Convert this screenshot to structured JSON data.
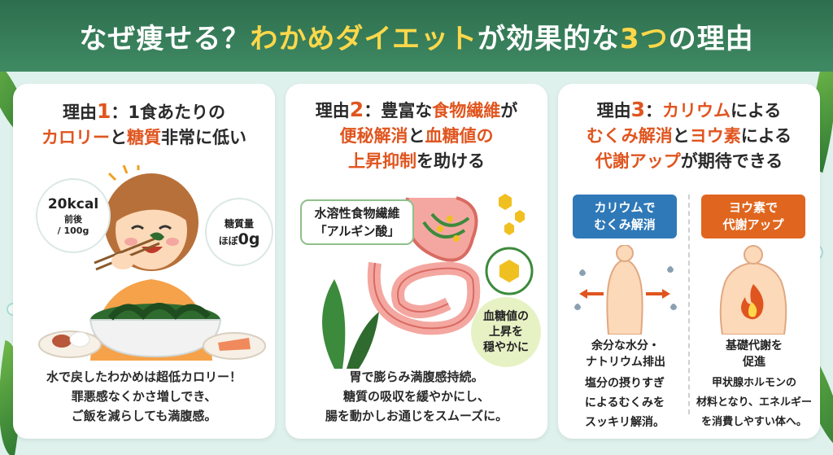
{
  "header": {
    "title_part1": "なぜ痩せる？",
    "title_part2": "わかめダイエット",
    "title_part3": "が効果的な",
    "title_part4": "3つ",
    "title_part5": "の理由"
  },
  "card1": {
    "title_prefix": "理由",
    "title_num": "1",
    "title_rest1": "：1食あたりの",
    "title_hl1": "カロリー",
    "title_mid": "と",
    "title_hl2": "糖質",
    "title_rest2": "非常に低い",
    "calorie_big": "20kcal",
    "calorie_small1": "前後",
    "calorie_small2": "/ 100g",
    "sugar_line1": "糖質量",
    "sugar_line2": "ほぼ",
    "sugar_big": "0g",
    "body_line1": "水で戻したわかめは超低カロリー！",
    "body_line2": "罪悪感なくかさ増しでき、",
    "body_line3": "ご飯を減らしても満腹感。"
  },
  "card2": {
    "title_prefix": "理由",
    "title_num": "2",
    "title_rest1": "：豊富な",
    "title_hl1": "食物繊維",
    "title_rest2": "が",
    "title_hl2": "便秘解消",
    "title_mid": "と",
    "title_hl3": "血糖値の",
    "title_hl4": "上昇抑制",
    "title_rest3": "を助ける",
    "tag_line1": "水溶性食物繊維",
    "tag_line2": "「アルギン酸」",
    "circle_line1": "血糖値の",
    "circle_line2": "上昇を",
    "circle_line3": "穏やかに",
    "body_line1": "胃で膨らみ満腹感持続。",
    "body_line2": "糖質の吸収を緩やかにし、",
    "body_line3": "腸を動かしお通じをスムーズに。"
  },
  "card3": {
    "title_prefix": "理由",
    "title_num": "3",
    "title_rest1": "：",
    "title_hl1": "カリウム",
    "title_rest2": "による",
    "title_hl2": "むくみ解消",
    "title_mid": "と",
    "title_hl3": "ヨウ素",
    "title_rest3": "による",
    "title_hl4": "代謝アップ",
    "title_rest4": "が期待できる",
    "left_head1": "カリウムで",
    "left_head2": "むくみ解消",
    "right_head1": "ヨウ素で",
    "right_head2": "代謝アップ",
    "left_cap1": "余分な水分・",
    "left_cap2": "ナトリウム排出",
    "right_cap1": "基礎代謝を",
    "right_cap2": "促進",
    "left_body1": "塩分の摂りすぎ",
    "left_body2": "によるむくみを",
    "left_body3": "スッキリ解消。",
    "right_body1": "甲状腺ホルモンの",
    "right_body2": "材料となり、エネルギー",
    "right_body3": "を消費しやすい体へ。"
  },
  "colors": {
    "header_bg": "#3f8a63",
    "accent_orange": "#e0551f",
    "accent_yellow": "#ffd84a",
    "blue_head": "#2f79b8",
    "orange_head": "#e0661f"
  }
}
